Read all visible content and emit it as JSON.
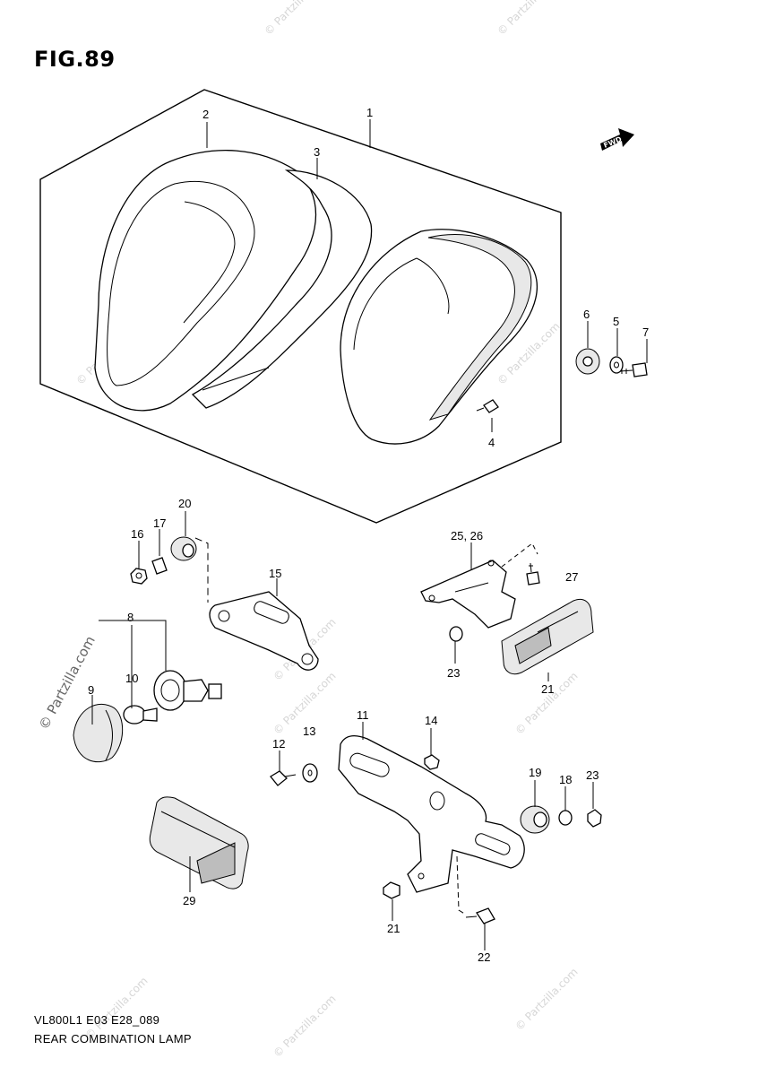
{
  "figure": {
    "title": "FIG.89",
    "model_code": "VL800L1 E03 E28_089",
    "caption": "REAR COMBINATION LAMP"
  },
  "direction_badge": "FWD",
  "watermark": {
    "small": "© Partzilla.com",
    "large": "© Partzilla.com"
  },
  "callouts": {
    "p1": "1",
    "p2": "2",
    "p3": "3",
    "p4": "4",
    "p5": "5",
    "p6": "6",
    "p7": "7",
    "p8": "8",
    "p9": "9",
    "p10": "10",
    "p11": "11",
    "p12": "12",
    "p13": "13",
    "p14": "14",
    "p15": "15",
    "p16": "16",
    "p17": "17",
    "p18": "18",
    "p19": "19",
    "p20": "20",
    "p21a": "21",
    "p21b": "21",
    "p22": "22",
    "p23a": "23",
    "p23b": "23",
    "p25_26": "25, 26",
    "p27": "27",
    "p29": "29"
  },
  "colors": {
    "line": "#000000",
    "watermark": "#d6d6d6"
  }
}
